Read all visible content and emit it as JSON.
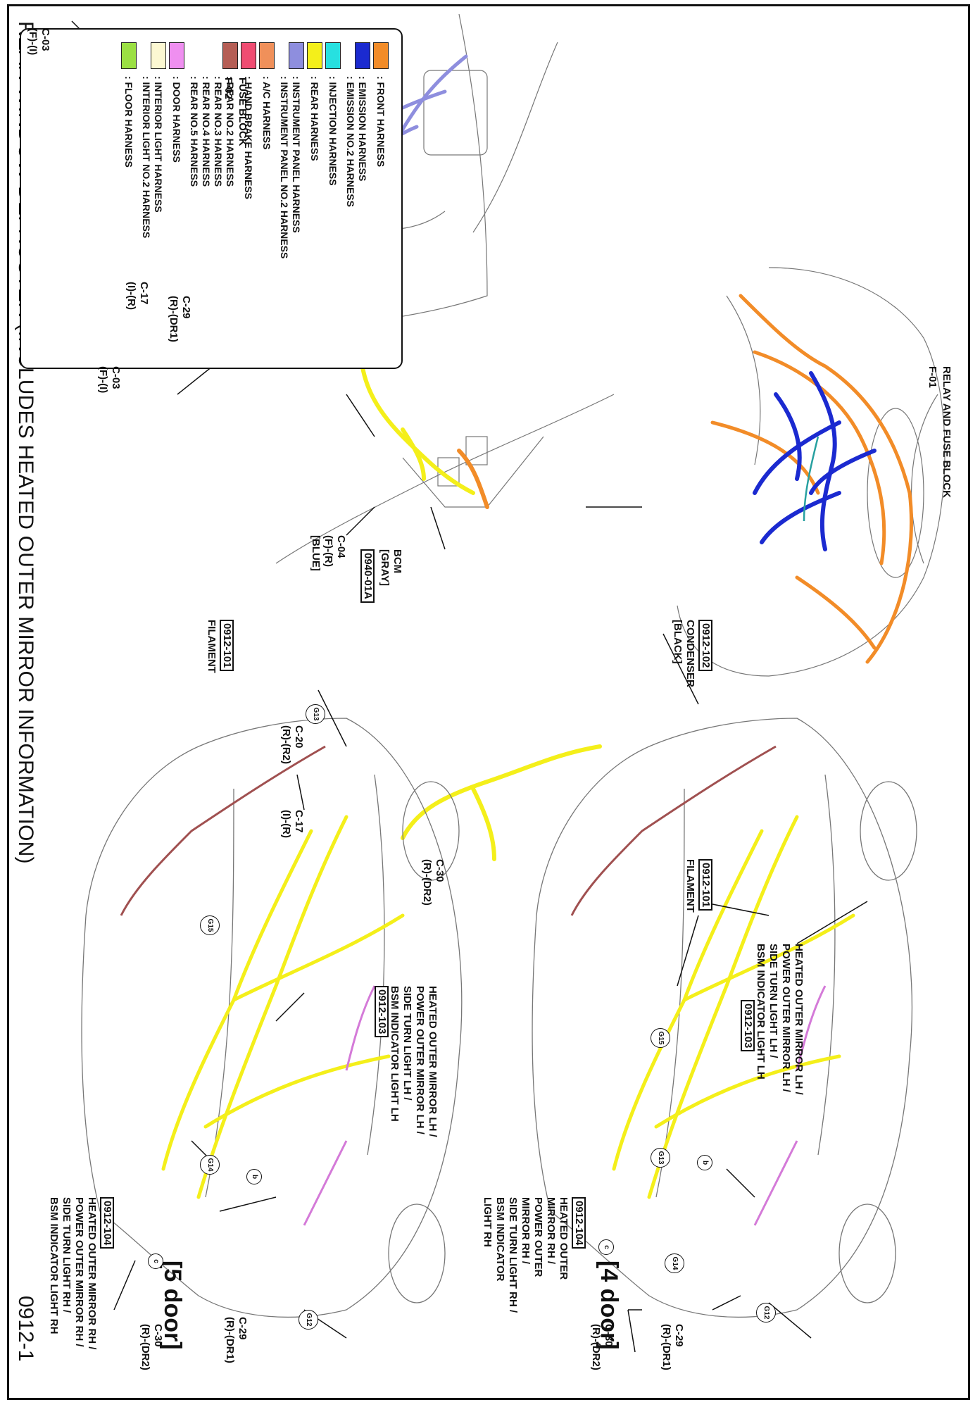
{
  "title": "REAR WINDOW DEFROSTER (INCLUDES HEATED OUTER MIRROR INFORMATION)",
  "page_number": "0912-1",
  "legend": [
    {
      "key": "front",
      "color": "#f28c28",
      "lines": [
        ": FRONT HARNESS"
      ]
    },
    {
      "key": "emission",
      "color": "#1b2ad0",
      "lines": [
        ": EMISSION HARNESS",
        ": EMISSION NO.2 HARNESS"
      ]
    },
    {
      "key": "injection",
      "color": "#27e0e0",
      "lines": [
        ": INJECTION HARNESS"
      ]
    },
    {
      "key": "rear",
      "color": "#f4ef1a",
      "lines": [
        ": REAR HARNESS"
      ]
    },
    {
      "key": "instrument",
      "color": "#8e8ede",
      "lines": [
        ": INSTRUMENT PANEL HARNESS",
        ": INSTRUMENT PANEL NO.2 HARNESS"
      ]
    },
    {
      "key": "ac",
      "color": "#f0905a",
      "lines": [
        ": A/C HARNESS"
      ]
    },
    {
      "key": "handbrake",
      "color": "#f04c72",
      "lines": [
        ": HAND BRAKE HARNESS"
      ]
    },
    {
      "key": "rearno",
      "color": "#b55e55",
      "lines": [
        ": REAR NO.2 HARNESS",
        ": REAR NO.3 HARNESS",
        ": REAR NO.4 HARNESS",
        ": REAR NO.5 HARNESS"
      ]
    },
    {
      "key": "door",
      "color": "#ef8ff0",
      "lines": [
        ": DOOR HARNESS"
      ]
    },
    {
      "key": "interior",
      "color": "#fcf8d2",
      "lines": [
        ": INTERIOR LIGHT HARNESS",
        ": INTERIOR LIGHT NO.2 HARNESS"
      ]
    },
    {
      "key": "floor",
      "color": "#9be043",
      "lines": [
        ": FLOOR HARNESS"
      ]
    }
  ],
  "labels": {
    "c03_top": "C-03",
    "c03_top_sub": "(F)-(I)",
    "fuse_block": "FUSE BLOCK",
    "f02": "F-02",
    "relay_fuse_block": "RELAY AND FUSE BLOCK",
    "f01": "F-01",
    "c17_top": "C-17",
    "c17_top_sub": "(I)-(R)",
    "c29_top": "C-29",
    "c29_top_sub": "(R)-(DR1)",
    "c03_mid": "C-03",
    "c03_mid_sub": "(F)-(I)",
    "c04": "C-04",
    "c04_sub": "(F)-(R)",
    "c04_color": "[BLUE]",
    "bcm": "BCM",
    "bcm_color": "[GRAY]",
    "code_0940": "0940-01A",
    "code_0912_102": "0912-102",
    "condenser": "CONDENSER",
    "condenser_color": "[BLACK]",
    "code_0912_101_left": "0912-101",
    "filament_left": "FILAMENT",
    "code_0912_101_right": "0912-101",
    "filament_right": "FILAMENT",
    "c20": "C-20",
    "c20_sub": "(R)-(R2)",
    "c17_mid": "C-17",
    "c17_mid_sub": "(I)-(R)",
    "c30_mid": "C-30",
    "c30_mid_sub": "(R)-(DR2)",
    "code_0912_103_right": "0912-103",
    "mirror_lh_right_1": "HEATED OUTER MIRROR LH /",
    "mirror_lh_right_2": "POWER OUTER MIRROR LH /",
    "mirror_lh_right_3": "SIDE TURN LIGHT LH /",
    "mirror_lh_right_4": "BSM INDICATOR LIGHT LH",
    "code_0912_103_left": "0912-103",
    "mirror_lh_left_1": "HEATED OUTER MIRROR LH /",
    "mirror_lh_left_2": "POWER OUTER MIRROR LH /",
    "mirror_lh_left_3": "SIDE TURN LIGHT LH /",
    "mirror_lh_left_4": "BSM INDICATOR LIGHT LH",
    "code_0912_104_left": "0912-104",
    "mirror_rh_left_1": "HEATED OUTER MIRROR RH /",
    "mirror_rh_left_2": "POWER OUTER MIRROR RH /",
    "mirror_rh_left_3": "SIDE TURN LIGHT RH /",
    "mirror_rh_left_4": "BSM INDICATOR LIGHT RH",
    "code_0912_104_right": "0912-104",
    "mirror_rh_right_1": "HEATED OUTER",
    "mirror_rh_right_2": "MIRROR RH /",
    "mirror_rh_right_3": "POWER OUTER",
    "mirror_rh_right_4": "MIRROR RH /",
    "mirror_rh_right_5": "SIDE TURN LIGHT RH /",
    "mirror_rh_right_6": "BSM INDICATOR",
    "mirror_rh_right_7": "LIGHT RH",
    "door4": "[4 door]",
    "door5": "[5 door]",
    "c29_r": "C-29",
    "c29_r_sub": "(R)-(DR1)",
    "c30_r": "C-30",
    "c30_r_sub": "(R)-(DR2)",
    "c29_l": "C-29",
    "c29_l_sub": "(R)-(DR1)",
    "c30_l": "C-30",
    "c30_l_sub": "(R)-(DR2)",
    "g12_r": "G12",
    "g13_r": "G13",
    "g14_r": "G14",
    "g15_r": "G15",
    "g12_l": "G12",
    "g13_l": "G13",
    "g14_l": "G14",
    "g15_l": "G15",
    "b_r": "b",
    "b_l": "b",
    "c_r": "c",
    "c_l": "c"
  },
  "colors": {
    "front": "#f28c28",
    "emission": "#1b2ad0",
    "rear": "#f4ef1a",
    "instrument": "#8e8ede",
    "door": "#d47ad8",
    "rearno": "#a05050",
    "injection": "#27a0a0"
  }
}
